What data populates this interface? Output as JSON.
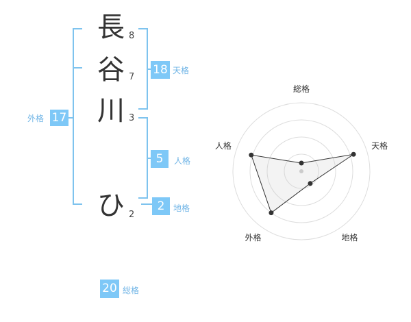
{
  "name_chars": [
    {
      "char": "長",
      "strokes": "8"
    },
    {
      "char": "谷",
      "strokes": "7"
    },
    {
      "char": "川",
      "strokes": "3"
    },
    {
      "char": "ひ",
      "strokes": "2"
    }
  ],
  "fortune": {
    "tenkaku": {
      "value": "18",
      "label": "天格"
    },
    "jinkaku": {
      "value": "5",
      "label": "人格"
    },
    "chikaku": {
      "value": "2",
      "label": "地格"
    },
    "gaikaku": {
      "value": "17",
      "label": "外格"
    },
    "soukaku": {
      "value": "20",
      "label": "総格"
    }
  },
  "colors": {
    "accent": "#7ec8f7",
    "bracket": "#7ec3ee",
    "label": "#6fb4e6"
  },
  "chart_data": {
    "type": "radar",
    "axes": [
      "総格",
      "天格",
      "地格",
      "外格",
      "人格"
    ],
    "values": [
      0.12,
      0.8,
      0.22,
      0.75,
      0.77
    ],
    "range": [
      0,
      1
    ],
    "rings": 4,
    "grid": true
  }
}
